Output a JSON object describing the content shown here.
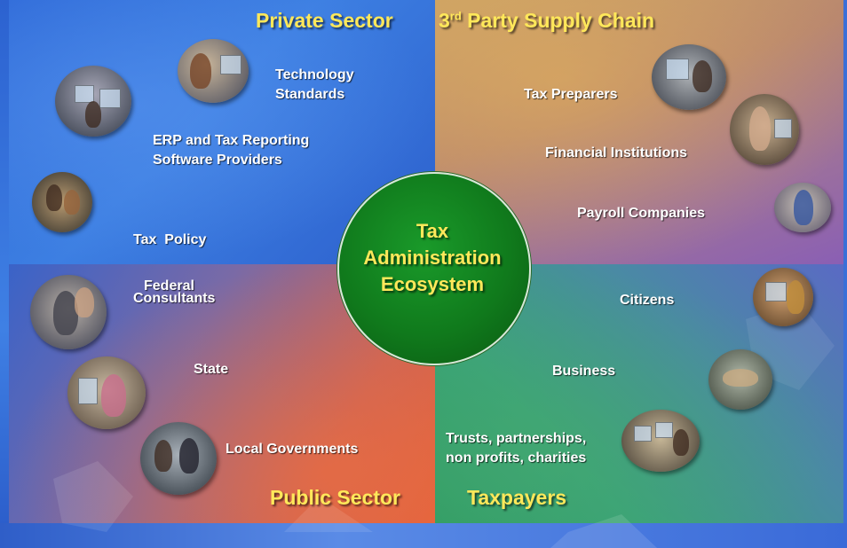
{
  "sectors": {
    "private": "Private Sector",
    "supply_prefix": "3",
    "supply_sup": "rd",
    "supply_rest": " Party Supply Chain",
    "public": "Public Sector",
    "taxpayers": "Taxpayers"
  },
  "center": {
    "line1": "Tax",
    "line2": "Administration",
    "line3": "Ecosystem"
  },
  "private_items": {
    "tech_line1": "Technology",
    "tech_line2": "Standards",
    "erp_line1": "ERP and Tax Reporting",
    "erp_line2": "Software Providers",
    "policy_line1": "Tax  Policy",
    "policy_line2": "Consultants"
  },
  "supply_items": {
    "preparers": "Tax Preparers",
    "financial": "Financial Institutions",
    "payroll": "Payroll Companies"
  },
  "public_items": {
    "federal": "Federal",
    "state": "State",
    "local": "Local Governments"
  },
  "taxpayer_items": {
    "citizens": "Citizens",
    "business": "Business",
    "trusts_line1": "Trusts, partnerships,",
    "trusts_line2": "non profits, charities"
  },
  "colors": {
    "title_yellow": "#ffe85a",
    "center_green": "#107a1c",
    "label_white": "#ffffff"
  }
}
